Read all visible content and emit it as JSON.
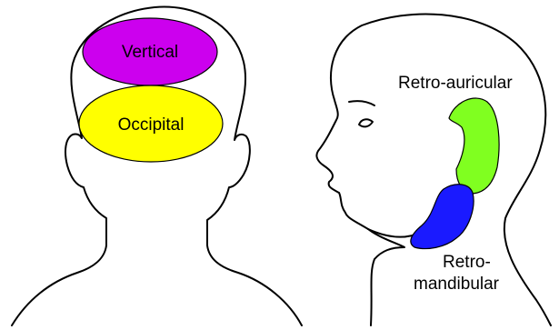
{
  "regions": {
    "vertical": {
      "label": "Vertical",
      "color": "#cc00ee"
    },
    "occipital": {
      "label": "Occipital",
      "color": "#ffff00"
    },
    "retro_auricular": {
      "label": "Retro-auricular",
      "color": "#80ff20"
    },
    "retro_mandibular": {
      "label_line1": "Retro-",
      "label_line2": "mandibular",
      "color": "#1a1aff"
    }
  }
}
